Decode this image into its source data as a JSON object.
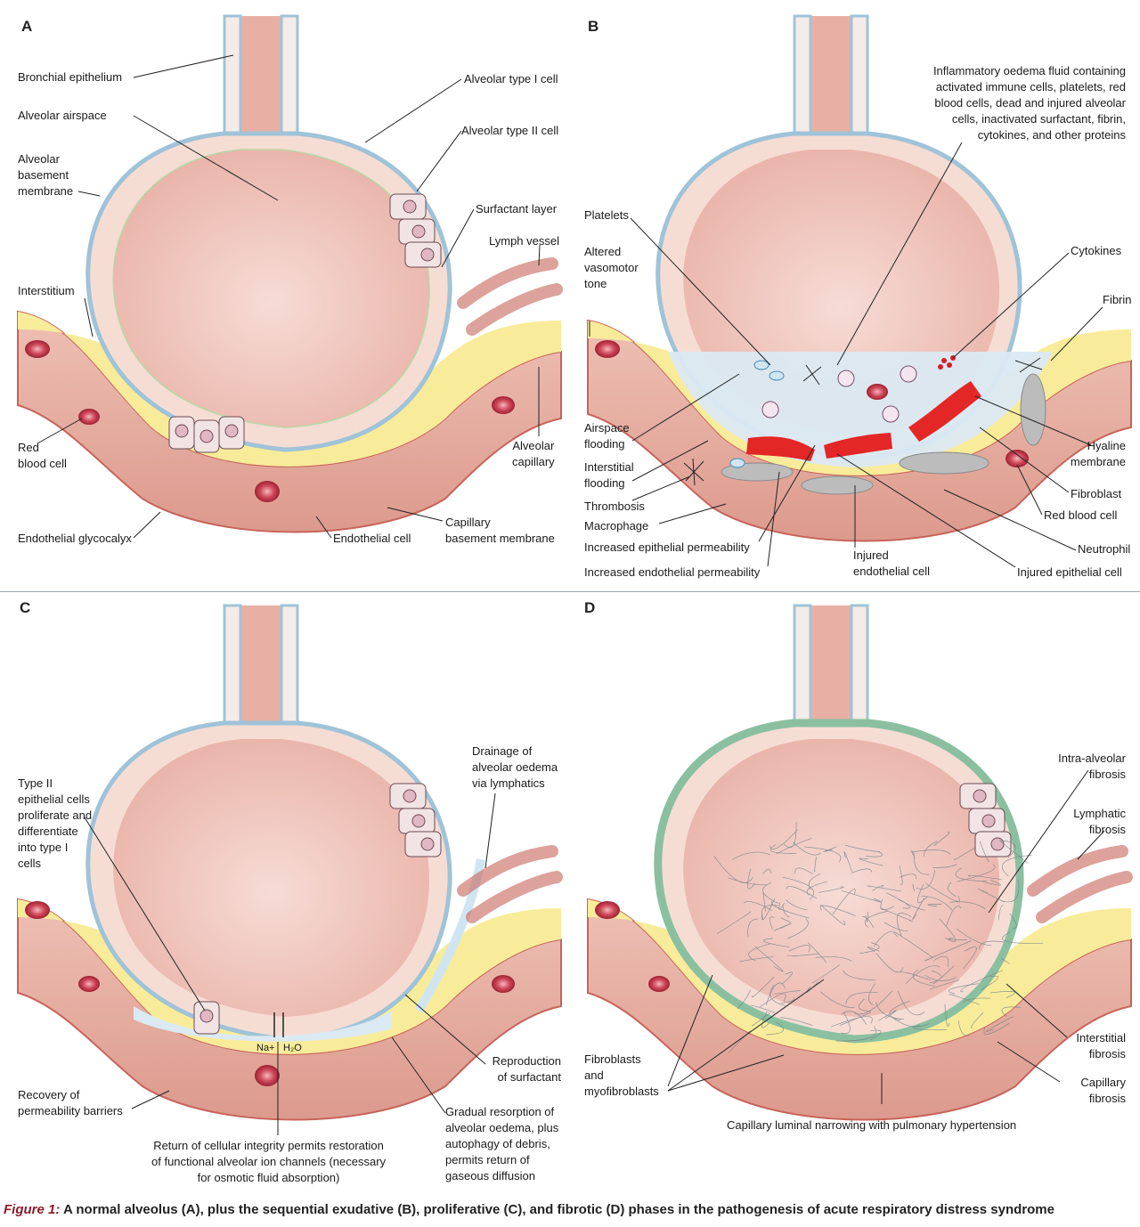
{
  "panels": {
    "a": {
      "label": "A",
      "labels": {
        "bronchial_epithelium": "Bronchial epithelium",
        "alveolar_airspace": "Alveolar airspace",
        "alveolar_basement_membrane": "Alveolar\nbasement\nmembrane",
        "alveolar_type_i": "Alveolar type I cell",
        "alveolar_type_ii": "Alveolar type II cell",
        "surfactant_layer": "Surfactant layer",
        "lymph_vessel": "Lymph vessel",
        "interstitium": "Interstitium",
        "red_blood_cell": "Red\nblood cell",
        "alveolar_capillary": "Alveolar\ncapillary",
        "endothelial_glycocalyx": "Endothelial glycocalyx",
        "endothelial_cell": "Endothelial cell",
        "capillary_basement_membrane": "Capillary\nbasement membrane"
      }
    },
    "b": {
      "label": "B",
      "labels": {
        "inflammatory_fluid": "Inflammatory oedema fluid containing\nactivated immune cells, platelets, red\nblood cells, dead and injured alveolar\ncells, inactivated surfactant, fibrin,\ncytokines, and other proteins",
        "platelets": "Platelets",
        "altered_tone": "Altered\nvasomotor\ntone",
        "cytokines": "Cytokines",
        "fibrin": "Fibrin",
        "airspace_flooding": "Airspace\nflooding",
        "interstitial_flooding": "Interstitial\nflooding",
        "thrombosis": "Thrombosis",
        "macrophage": "Macrophage",
        "increased_epithelial": "Increased epithelial permeability",
        "increased_endothelial": "Increased endothelial permeability",
        "injured_endothelial": "Injured\nendothelial cell",
        "injured_epithelial": "Injured epithelial cell",
        "hyaline_membrane": "Hyaline\nmembrane",
        "fibroblast": "Fibroblast",
        "red_blood_cell": "Red blood cell",
        "neutrophil": "Neutrophil"
      }
    },
    "c": {
      "label": "C",
      "labels": {
        "type_ii_proliferate": "Type II\nepithelial cells\nproliferate and\ndifferentiate\ninto type I\ncells",
        "drainage": "Drainage of\nalveolar oedema\nvia lymphatics",
        "reproduction_surfactant": "Reproduction\nof surfactant",
        "recovery": "Recovery of\npermeability barriers",
        "return_integrity": "Return of cellular integrity permits restoration\nof functional alveolar ion channels (necessary\nfor osmotic fluid absorption)",
        "gradual_resorption": "Gradual resorption of\nalveolar oedema, plus\nautophagy of debris,\npermits return of\ngaseous diffusion",
        "na": "Na+",
        "h2o": "H₂O"
      }
    },
    "d": {
      "label": "D",
      "labels": {
        "intra_alveolar": "Intra-alveolar\nfibrosis",
        "lymphatic_fibrosis": "Lymphatic\nfibrosis",
        "interstitial_fibrosis": "Interstitial\nfibrosis",
        "capillary_fibrosis": "Capillary\nfibrosis",
        "fibroblasts": "Fibroblasts\nand\nmyofibroblasts",
        "capillary_narrowing": "Capillary luminal narrowing with pulmonary hypertension"
      }
    }
  },
  "caption": {
    "figure": "Figure 1:",
    "text": " A normal alveolus (A), plus the sequential exudative (B), proliferative (C), and fibrotic (D) phases in the pathogenesis of acute respiratory distress syndrome"
  },
  "colors": {
    "airspace": "#f0c4bd",
    "wall": "#f6ddd4",
    "membrane_blue": "#9fc3d8",
    "interstitium": "#f8ec9a",
    "capillary": "#e9b3a6",
    "capillary_edge": "#c7645a",
    "red_cell": "#c8374c",
    "edema": "#dbe9f2",
    "hyaline": "#e32626",
    "fibrosis": "#6c7a82",
    "fibrotic_wall": "#8ac0a0"
  }
}
